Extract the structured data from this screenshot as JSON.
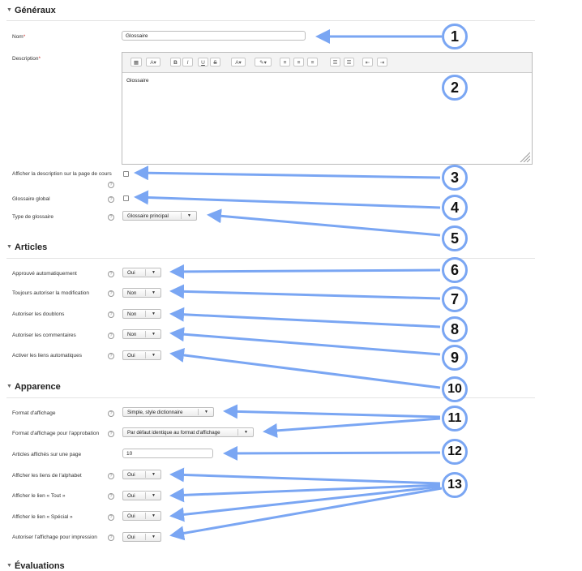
{
  "sections": {
    "generaux": "Généraux",
    "articles": "Articles",
    "apparence": "Apparence",
    "evaluations": "Évaluations"
  },
  "fields": {
    "nom_label": "Nom",
    "nom_required": "*",
    "nom_value": "Glossaire",
    "description_label": "Description",
    "description_required": "*",
    "description_text": "Glossaire",
    "afficher_description_label_1": "Afficher la description sur la page de cours",
    "glossaire_global_label": "Glossaire global",
    "type_glossaire_label": "Type de glossaire",
    "type_glossaire_value": "Glossaire principal",
    "approuve_label": "Approuvé automatiquement",
    "approuve_value": "Oui",
    "modification_label": "Toujours autoriser la modification",
    "modification_value": "Non",
    "doublons_label": "Autoriser les doublons",
    "doublons_value": "Non",
    "commentaires_label": "Autoriser les commentaires",
    "commentaires_value": "Non",
    "liens_auto_label": "Activer les liens automatiques",
    "liens_auto_value": "Oui",
    "format_affichage_label": "Format d'affichage",
    "format_affichage_value": "Simple, style dictionnaire",
    "format_approbation_label": "Format d'affichage pour l'approbation",
    "format_approbation_value": "Par défaut identique au format d'affichage",
    "articles_page_label": "Articles affichés sur une page",
    "articles_page_value": "10",
    "alphabet_label": "Afficher les liens de l'alphabet",
    "alphabet_value": "Oui",
    "lien_tout_label": "Afficher le lien « Tout »",
    "lien_tout_value": "Oui",
    "lien_special_label": "Afficher le lien « Spécial »",
    "lien_special_value": "Oui",
    "impression_label": "Autoriser l'affichage pour impression",
    "impression_value": "Oui"
  },
  "help_glyph": "?",
  "toolbar": [
    "▦",
    "A▾",
    "B",
    "I",
    "U",
    "S",
    "A▾",
    "✎▾",
    "≡",
    "≡",
    "≡",
    "☰",
    "☰",
    "⇤",
    "⇥"
  ],
  "badges": [
    "1",
    "2",
    "3",
    "4",
    "5",
    "6",
    "7",
    "8",
    "9",
    "10",
    "11",
    "12",
    "13"
  ],
  "colors": {
    "arrow": "#7aa6f3",
    "required": "#c9302c"
  }
}
